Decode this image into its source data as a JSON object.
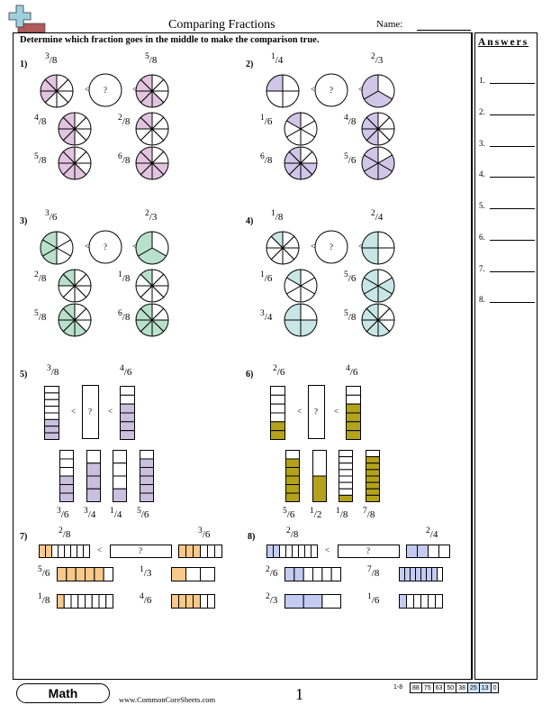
{
  "header": {
    "title": "Comparing Fractions",
    "name_label": "Name:"
  },
  "instructions": "Determine which fraction goes in the middle to make the comparison true.",
  "answers": {
    "title": "Answers",
    "numbers": [
      "1.",
      "2.",
      "3.",
      "4.",
      "5.",
      "6.",
      "7.",
      "8."
    ]
  },
  "problems": [
    {
      "label": "1)",
      "kind": "circle",
      "color": "#e2c3e0",
      "left": [
        "3",
        "8"
      ],
      "right": [
        "5",
        "8"
      ],
      "lt": "<",
      "mystery": "?",
      "options": [
        [
          "4",
          "8"
        ],
        [
          "2",
          "8"
        ],
        [
          "5",
          "8"
        ],
        [
          "6",
          "8"
        ]
      ]
    },
    {
      "label": "2)",
      "kind": "circle",
      "color": "#cfc6e8",
      "left": [
        "1",
        "4"
      ],
      "right": [
        "2",
        "3"
      ],
      "lt": "<",
      "mystery": "?",
      "options": [
        [
          "1",
          "6"
        ],
        [
          "4",
          "8"
        ],
        [
          "6",
          "8"
        ],
        [
          "5",
          "6"
        ]
      ]
    },
    {
      "label": "3)",
      "kind": "circle",
      "color": "#b9e0cb",
      "left": [
        "3",
        "6"
      ],
      "right": [
        "2",
        "3"
      ],
      "lt": "<",
      "mystery": "?",
      "options": [
        [
          "2",
          "8"
        ],
        [
          "1",
          "8"
        ],
        [
          "5",
          "8"
        ],
        [
          "6",
          "8"
        ]
      ]
    },
    {
      "label": "4)",
      "kind": "circle",
      "color": "#c8e6e6",
      "left": [
        "1",
        "8"
      ],
      "right": [
        "2",
        "4"
      ],
      "lt": "<",
      "mystery": "?",
      "options": [
        [
          "1",
          "6"
        ],
        [
          "5",
          "6"
        ],
        [
          "3",
          "4"
        ],
        [
          "5",
          "8"
        ]
      ]
    },
    {
      "label": "5)",
      "kind": "vbar",
      "color": "#cbbfe0",
      "left": [
        "3",
        "8"
      ],
      "right": [
        "4",
        "6"
      ],
      "lt": "<",
      "mystery": "?",
      "options": [
        [
          "3",
          "6"
        ],
        [
          "3",
          "4"
        ],
        [
          "1",
          "4"
        ],
        [
          "5",
          "6"
        ]
      ]
    },
    {
      "label": "6)",
      "kind": "vbar",
      "color": "#b4a31a",
      "left": [
        "2",
        "6"
      ],
      "right": [
        "4",
        "6"
      ],
      "lt": "<",
      "mystery": "?",
      "options": [
        [
          "5",
          "6"
        ],
        [
          "1",
          "2"
        ],
        [
          "1",
          "8"
        ],
        [
          "7",
          "8"
        ]
      ]
    },
    {
      "label": "7)",
      "kind": "hbar",
      "color": "#f7c98a",
      "left": [
        "2",
        "8"
      ],
      "right": [
        "3",
        "6"
      ],
      "lt": "<",
      "mystery": "?",
      "options": [
        [
          "5",
          "6"
        ],
        [
          "1",
          "3"
        ],
        [
          "1",
          "8"
        ],
        [
          "4",
          "6"
        ]
      ]
    },
    {
      "label": "8)",
      "kind": "hbar",
      "color": "#c4cbf2",
      "left": [
        "2",
        "8"
      ],
      "right": [
        "2",
        "4"
      ],
      "lt": "<",
      "mystery": "?",
      "options": [
        [
          "2",
          "6"
        ],
        [
          "7",
          "8"
        ],
        [
          "2",
          "3"
        ],
        [
          "1",
          "6"
        ]
      ]
    }
  ],
  "footer": {
    "subject": "Math",
    "url": "www.CommonCoreSheets.com",
    "page": "1",
    "range": "1-8",
    "scores": [
      "88",
      "75",
      "63",
      "50",
      "38",
      "25",
      "13",
      "0"
    ],
    "highlight_color": "#cfe3f7"
  }
}
